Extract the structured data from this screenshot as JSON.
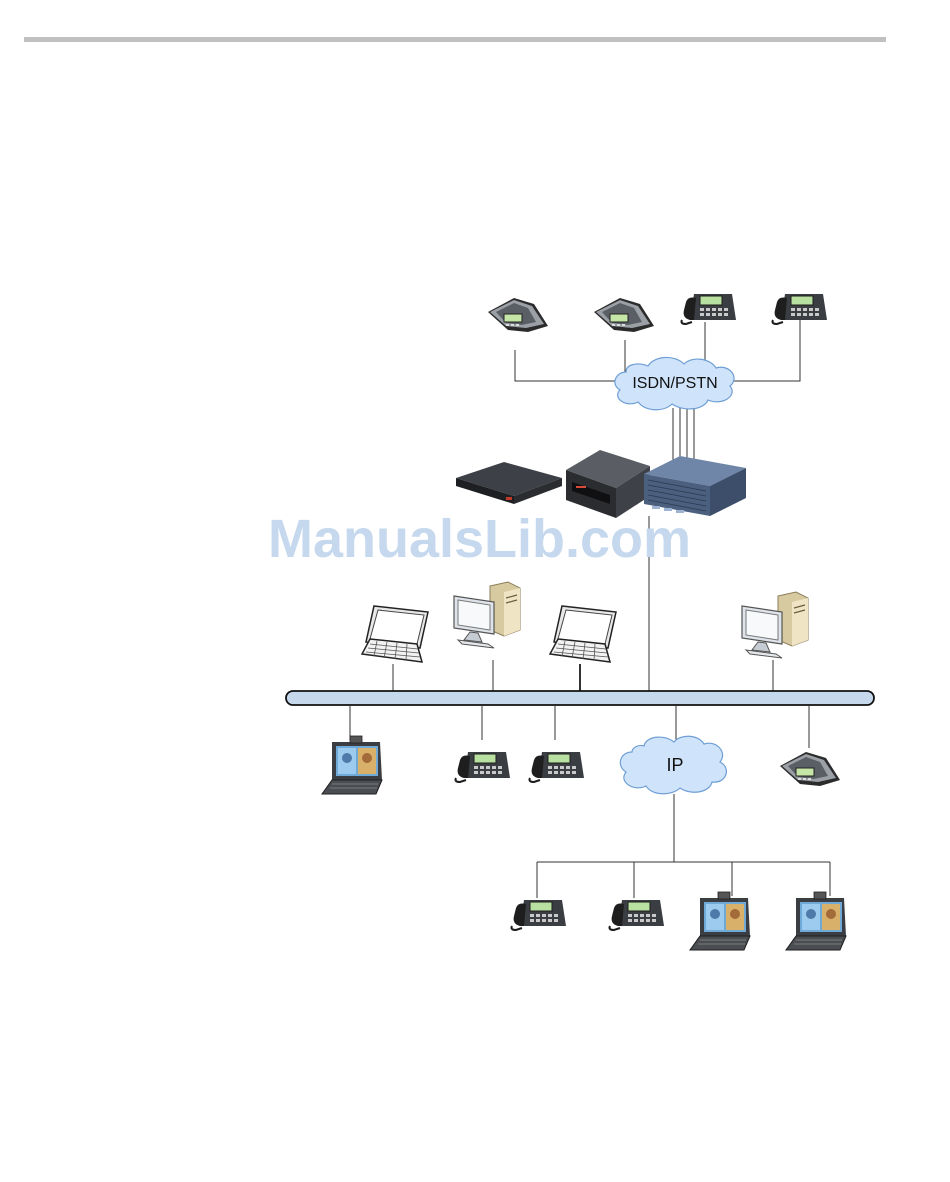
{
  "header_rule_color": "#c0c0c0",
  "clouds": {
    "isdn": {
      "label": "ISDN/PSTN"
    },
    "ip": {
      "label": "IP"
    }
  },
  "watermark": "ManualsLib.com",
  "colors": {
    "cloud_fill": "#cfe3fa",
    "cloud_stroke": "#6f9fd4",
    "bus_fill": "#c6d8ec",
    "bus_stroke": "#111111",
    "line": "#333333"
  }
}
